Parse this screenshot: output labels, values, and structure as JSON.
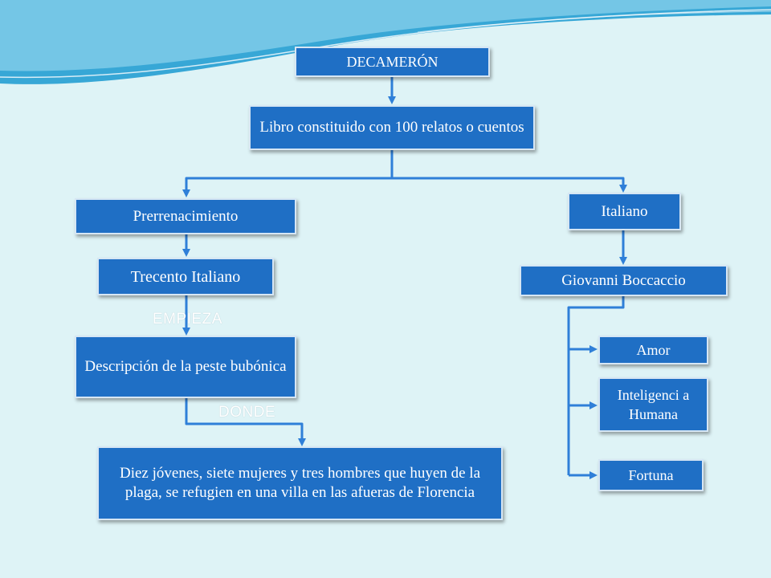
{
  "colors": {
    "background": "#def3f6",
    "node_fill": "#1f6fc5",
    "node_border": "#d6e6f4",
    "connector": "#2f7fd8",
    "wave_dark": "#37a7d6",
    "wave_light": "#8fd3ec"
  },
  "nodes": {
    "decameron": "DECAMERÓN",
    "libro": "Libro constituido con 100 relatos o cuentos",
    "prerrenacimiento": "Prerrenacimiento",
    "italiano": "Italiano",
    "trecento": "Trecento Italiano",
    "boccaccio": "Giovanni Boccaccio",
    "descripcion": "Descripción de la peste bubónica",
    "diez_jovenes": "Diez jóvenes, siete mujeres y tres hombres que huyen de la plaga, se refugien en una villa en las afueras de Florencia",
    "amor": "Amor",
    "inteligencia": "Inteligenci a Humana",
    "fortuna": "Fortuna"
  },
  "connector_labels": {
    "empieza": "EMPIEZA",
    "donde": "DONDE"
  }
}
